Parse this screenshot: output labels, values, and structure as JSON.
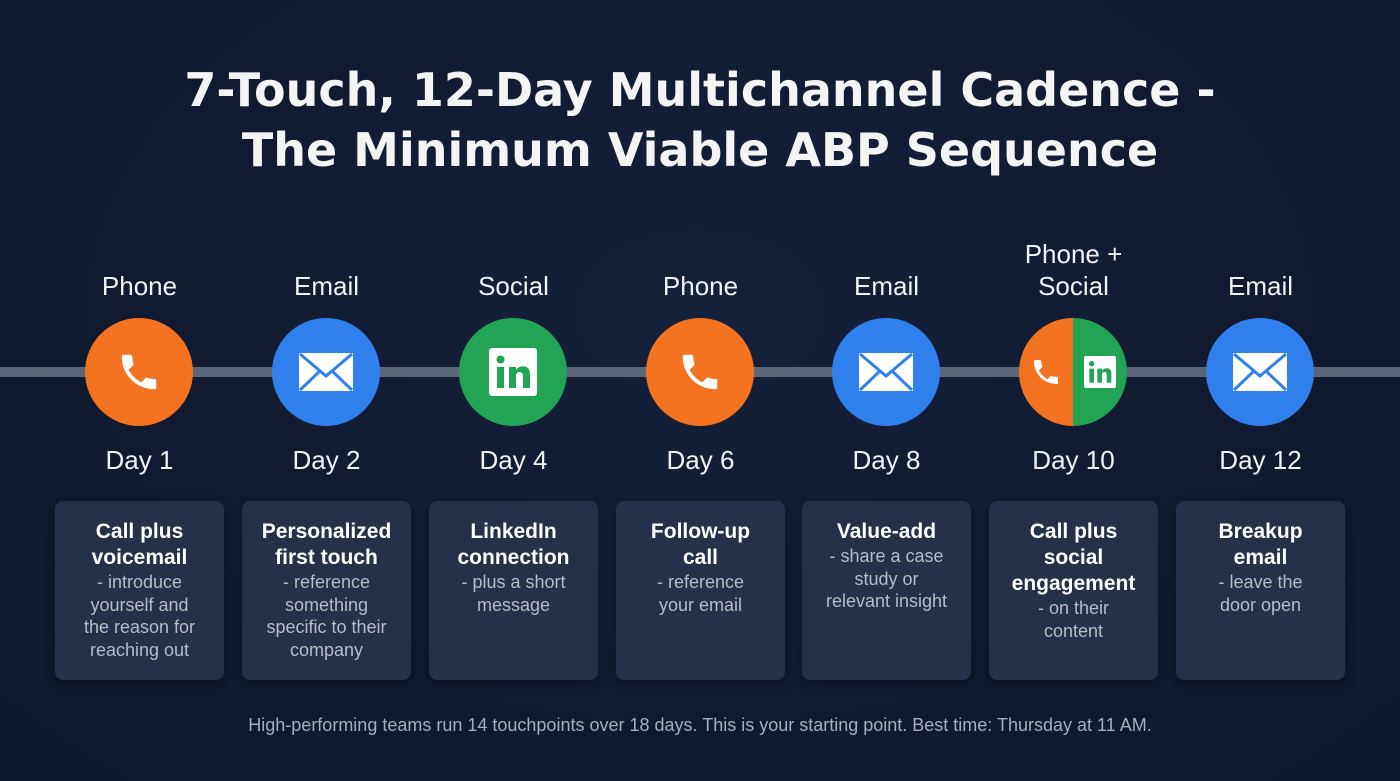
{
  "title": {
    "line1": "7-Touch, 12-Day Multichannel Cadence -",
    "line2": "The Minimum Viable ABP Sequence"
  },
  "colors": {
    "background": "#111a30",
    "phone": "#f47320",
    "email": "#2f80ed",
    "social": "#23a455",
    "timeline": "#5b6679",
    "card": "#26304a"
  },
  "steps": [
    {
      "channel_line1": "",
      "channel_line2": "Phone",
      "icon": "phone-icon",
      "day": "Day 1",
      "title_line1": "Call plus",
      "title_line2": "voicemail",
      "title_line3": "",
      "desc": [
        "- introduce",
        "yourself and",
        "the reason for",
        "reaching out"
      ]
    },
    {
      "channel_line1": "",
      "channel_line2": "Email",
      "icon": "email-icon",
      "day": "Day 2",
      "title_line1": "Personalized",
      "title_line2": "first touch",
      "title_line3": "",
      "desc": [
        "- reference",
        "something",
        "specific to their",
        "company"
      ]
    },
    {
      "channel_line1": "",
      "channel_line2": "Social",
      "icon": "linkedin-icon",
      "day": "Day 4",
      "title_line1": "LinkedIn",
      "title_line2": "connection",
      "title_line3": "",
      "desc": [
        "- plus a short",
        "message",
        "",
        ""
      ]
    },
    {
      "channel_line1": "",
      "channel_line2": "Phone",
      "icon": "phone-icon",
      "day": "Day 6",
      "title_line1": "Follow-up",
      "title_line2": "call",
      "title_line3": "",
      "desc": [
        "- reference",
        "your email",
        "",
        ""
      ]
    },
    {
      "channel_line1": "",
      "channel_line2": "Email",
      "icon": "email-icon",
      "day": "Day 8",
      "title_line1": "Value-add",
      "title_line2": "",
      "title_line3": "",
      "desc": [
        "- share a case",
        "study or",
        "relevant insight",
        ""
      ]
    },
    {
      "channel_line1": "Phone +",
      "channel_line2": "Social",
      "icon": "phone-linkedin-icon",
      "day": "Day 10",
      "title_line1": "Call plus",
      "title_line2": "social",
      "title_line3": "engagement",
      "desc": [
        "- on their",
        "content",
        "",
        ""
      ]
    },
    {
      "channel_line1": "",
      "channel_line2": "Email",
      "icon": "email-icon",
      "day": "Day 12",
      "title_line1": "Breakup",
      "title_line2": "email",
      "title_line3": "",
      "desc": [
        "- leave the",
        "door open",
        "",
        ""
      ]
    }
  ],
  "footer": "High-performing teams run 14 touchpoints over 18 days. This is your starting point. Best time: Thursday at 11 AM."
}
